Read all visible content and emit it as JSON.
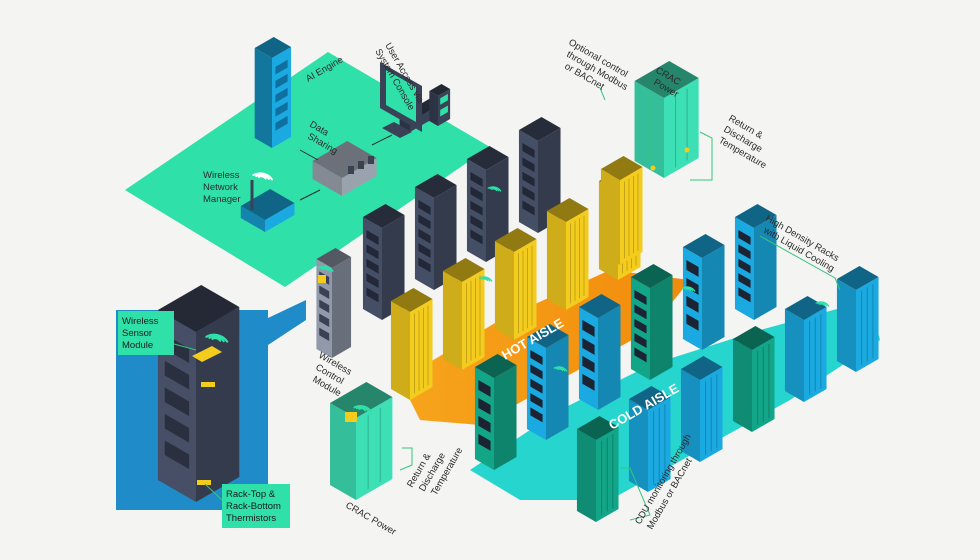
{
  "labels": {
    "ai_engine": "AI Engine",
    "user_access_1": "User Access via",
    "user_access_2": "System Console",
    "data_sharing_1": "Data",
    "data_sharing_2": "Sharing",
    "wnm_1": "Wireless",
    "wnm_2": "Network",
    "wnm_3": "Manager",
    "opt_1": "Optional control",
    "opt_2": "through Modbus",
    "opt_3": "or BACnet",
    "crac_power_top_1": "CRAC",
    "crac_power_top_2": "Power",
    "rdt_top_1": "Return &",
    "rdt_top_2": "Discharge",
    "rdt_top_3": "Temperature",
    "hd_1": "High Density Racks",
    "hd_2": "with Liquid Cooling",
    "hot_aisle": "HOT AISLE",
    "cold_aisle": "COLD AISLE",
    "wsm_1": "Wireless",
    "wsm_2": "Sensor",
    "wsm_3": "Module",
    "wcm_1": "Wireless",
    "wcm_2": "Control",
    "wcm_3": "Module",
    "thermo_1": "Rack-Top &",
    "thermo_2": "Rack-Bottom",
    "thermo_3": "Thermistors",
    "rdt_bottom_1": "Return &",
    "rdt_bottom_2": "Discharge",
    "rdt_bottom_3": "Temperature",
    "crac_power_bottom": "CRAC Power",
    "cdu_1": "CDU monitoring through",
    "cdu_2": "Modbus or BACnet"
  },
  "colors": {
    "background": "#f4f4f2",
    "mint_platform": "#2de0a8",
    "hot_aisle": "#f5930f",
    "cold_aisle": "#26d6d0",
    "rack_dark": "#414a60",
    "rack_yellow": "#f4cc1e",
    "rack_teal": "#12a587",
    "rack_blue": "#1aa9e0",
    "crac_green": "#3ddfb4",
    "accent_green": "#34d67a",
    "panel_blue": "#1e8bc7"
  }
}
